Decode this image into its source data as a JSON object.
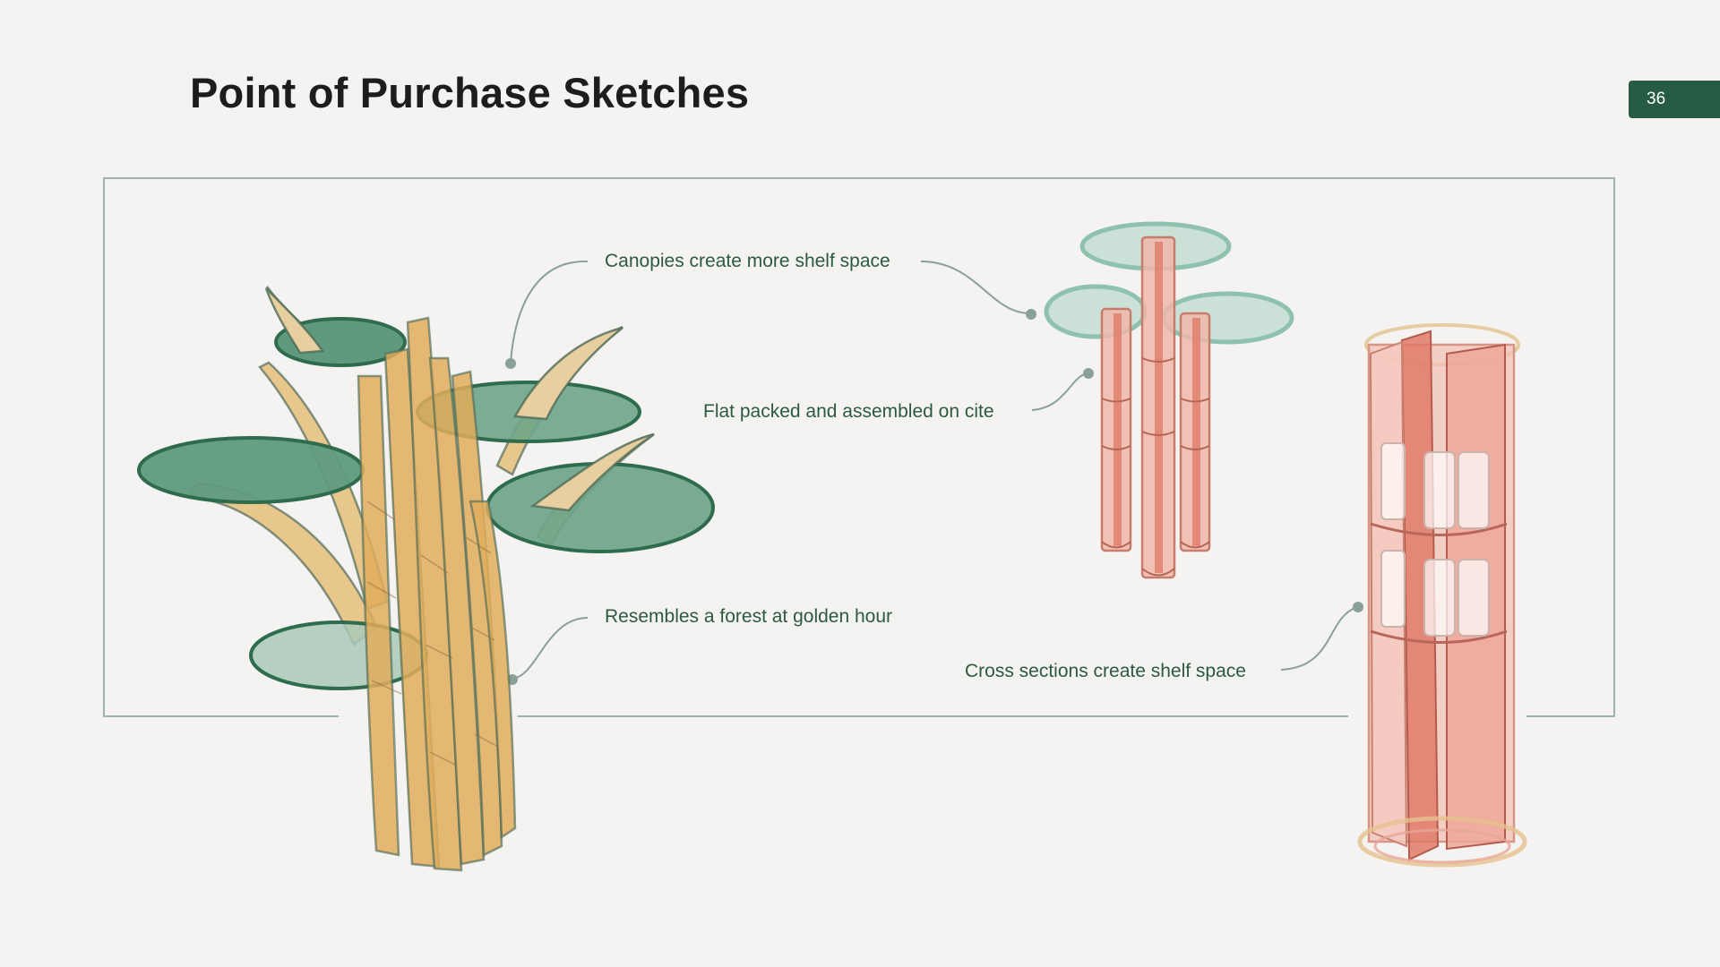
{
  "slide": {
    "title": "Point of Purchase Sketches",
    "page_number": "36"
  },
  "callouts": {
    "canopies": "Canopies create more shelf space",
    "flat_packed": "Flat packed and assembled on cite",
    "forest": "Resembles a forest at golden hour",
    "cross_sections": "Cross sections create shelf space"
  },
  "colors": {
    "background": "#f5f3f1",
    "accent_green": "#275c44",
    "frame_line": "#9fb3aa",
    "canopy_green": "#5f9a7e",
    "trunk_gold": "#d9a857",
    "panel_coral": "#e07a68",
    "text_green": "#2b5a3f"
  }
}
